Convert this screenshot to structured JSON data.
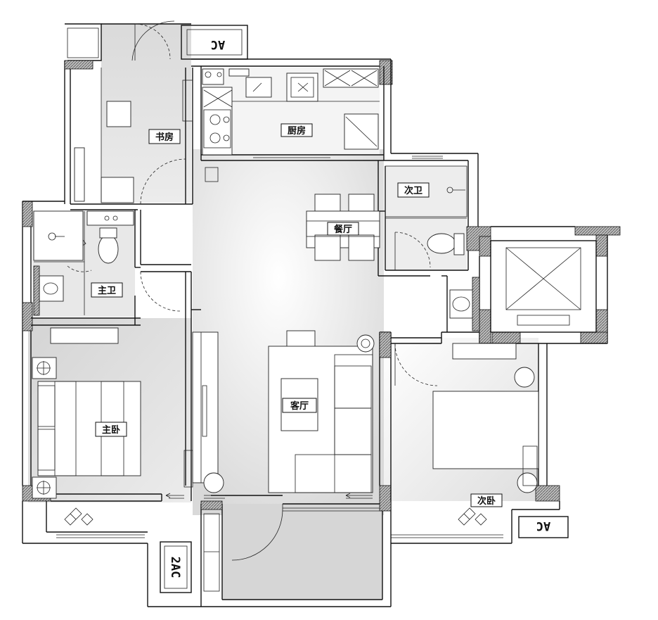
{
  "rooms": {
    "study": "书房",
    "kitchen": "厨房",
    "dining": "餐厅",
    "second_bath": "次卫",
    "master_bath": "主卫",
    "master_bedroom": "主卧",
    "living": "客厅",
    "second_bedroom": "次卧"
  },
  "ac_units": {
    "top": "AC",
    "right": "AC",
    "bottom": "2AC"
  },
  "colors": {
    "wall": "#111111",
    "floor_shade": "#e4e4e4",
    "background": "#ffffff"
  }
}
